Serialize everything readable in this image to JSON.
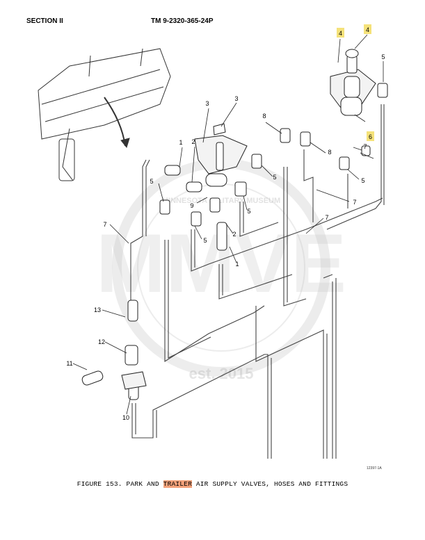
{
  "header": {
    "section": "SECTION II",
    "tm_number": "TM 9-2320-365-24P"
  },
  "figure": {
    "caption_prefix": "FIGURE 153. PARK AND ",
    "caption_highlight": "TRAILER",
    "caption_suffix": " AIR SUPPLY VALVES, HOSES AND FITTINGS",
    "figure_id": "12397-1A",
    "highlight_colors": {
      "callout": "#f5e27a",
      "caption": "#f4a27a"
    }
  },
  "watermark": {
    "ring_text": "MINNESOTA MILITARY MUSEUM",
    "big_text": "MMVE",
    "est_text": "est. 2015"
  },
  "callouts": [
    {
      "label": "4",
      "highlighted": true
    },
    {
      "label": "4",
      "highlighted": true
    },
    {
      "label": "5",
      "highlighted": false
    },
    {
      "label": "3",
      "highlighted": false
    },
    {
      "label": "3",
      "highlighted": false
    },
    {
      "label": "8",
      "highlighted": false
    },
    {
      "label": "6",
      "highlighted": true
    },
    {
      "label": "1",
      "highlighted": false
    },
    {
      "label": "2",
      "highlighted": false
    },
    {
      "label": "8",
      "highlighted": false
    },
    {
      "label": "7",
      "highlighted": false
    },
    {
      "label": "5",
      "highlighted": false
    },
    {
      "label": "5",
      "highlighted": false
    },
    {
      "label": "9",
      "highlighted": false
    },
    {
      "label": "5",
      "highlighted": false
    },
    {
      "label": "5",
      "highlighted": false
    },
    {
      "label": "7",
      "highlighted": false
    },
    {
      "label": "7",
      "highlighted": false
    },
    {
      "label": "7",
      "highlighted": false
    },
    {
      "label": "5",
      "highlighted": false
    },
    {
      "label": "2",
      "highlighted": false
    },
    {
      "label": "1",
      "highlighted": false
    },
    {
      "label": "13",
      "highlighted": false
    },
    {
      "label": "12",
      "highlighted": false
    },
    {
      "label": "11",
      "highlighted": false
    },
    {
      "label": "10",
      "highlighted": false
    }
  ]
}
